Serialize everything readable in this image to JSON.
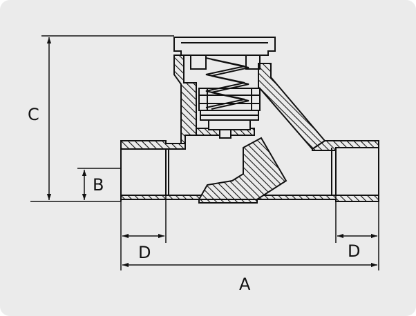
{
  "dimensions": {
    "a": "A",
    "b": "B",
    "c": "C",
    "d_left": "D",
    "d_right": "D"
  },
  "colors": {
    "background": "#ebebeb",
    "line": "#111111",
    "cavity": "#ebebeb"
  }
}
